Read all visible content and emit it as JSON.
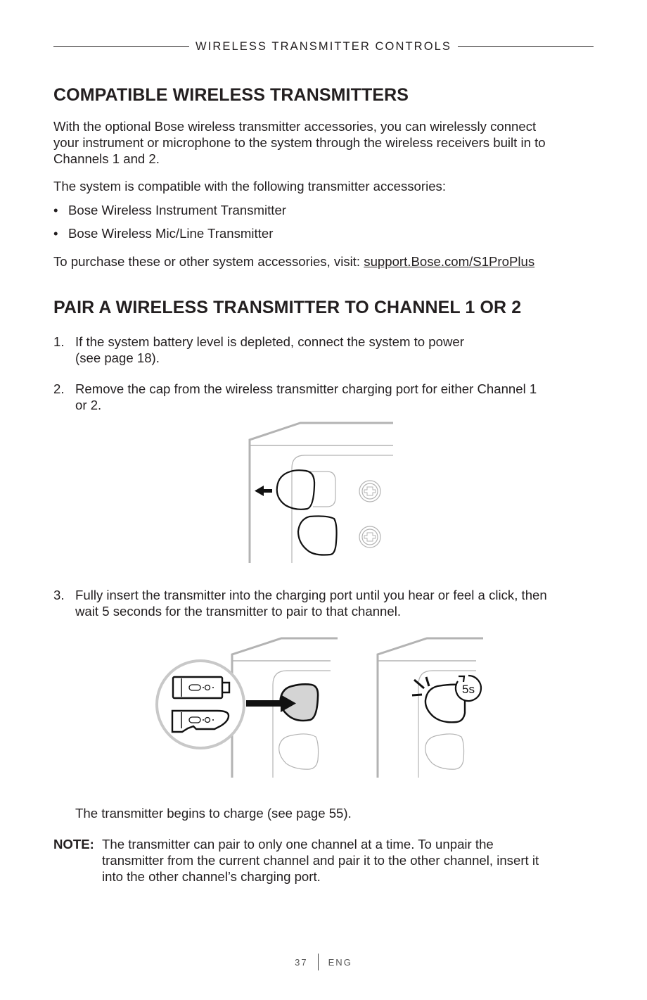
{
  "header": {
    "section_title": "WIRELESS TRANSMITTER CONTROLS"
  },
  "compatible": {
    "heading": "COMPATIBLE WIRELESS TRANSMITTERS",
    "intro_lines": [
      "With the optional Bose wireless transmitter accessories, you can wirelessly connect",
      "your instrument or microphone to the system through the wireless receivers built in to",
      "Channels 1 and 2."
    ],
    "list_intro": "The system is compatible with the following transmitter accessories:",
    "accessories": [
      "Bose Wireless Instrument Transmitter",
      "Bose Wireless Mic/Line Transmitter"
    ],
    "purchase_text": "To purchase these or other system accessories, visit: ",
    "purchase_link": "support.Bose.com/S1ProPlus"
  },
  "pair": {
    "heading": "PAIR A WIRELESS TRANSMITTER TO CHANNEL 1 OR 2",
    "steps": [
      {
        "number": "1.",
        "lines": [
          "If the system battery level is depleted, connect the system to power",
          "(see page 18)."
        ]
      },
      {
        "number": "2.",
        "lines": [
          "Remove the cap from the wireless transmitter charging port for either Channel 1",
          "or 2."
        ]
      },
      {
        "number": "3.",
        "lines": [
          "Fully insert the transmitter into the charging port until you hear or feel a click, then",
          "wait 5 seconds for the transmitter to pair to that channel."
        ]
      }
    ],
    "figures": {
      "remove_cap": {
        "icon": "arrow-left-icon"
      },
      "insert_transmitter": {
        "icon": "arrow-right-icon"
      },
      "pair_timer": {
        "timer_label": "5s",
        "icon": "timer-icon"
      }
    },
    "charge_text": "The transmitter begins to charge (see page 55).",
    "note": {
      "label": "NOTE:",
      "lines": [
        "The transmitter can pair to only one channel at a time. To unpair the",
        "transmitter from the current channel and pair it to the other channel, insert it",
        "into the other channel’s charging port."
      ]
    }
  },
  "footer": {
    "page_number": "37",
    "language": "ENG"
  }
}
